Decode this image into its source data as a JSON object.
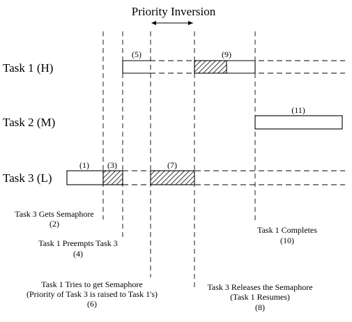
{
  "title": "Priority Inversion",
  "tasks": [
    {
      "label": "Task 1 (H)"
    },
    {
      "label": "Task 2 (M)"
    },
    {
      "label": "Task 3 (L)"
    }
  ],
  "markers": {
    "m1": "(1)",
    "m3": "(3)",
    "m5": "(5)",
    "m7": "(7)",
    "m9": "(9)",
    "m11": "(11)"
  },
  "events": {
    "e2": {
      "line1": "Task 3 Gets Semaphore",
      "line2": "(2)"
    },
    "e4": {
      "line1": "Task 1 Preempts Task 3",
      "line2": "(4)"
    },
    "e6": {
      "line1": "Task 1 Tries to get Semaphore",
      "line2": "(Priority of Task 3 is raised to Task 1's)",
      "line3": "(6)"
    },
    "e8": {
      "line1": "Task 3 Releases the Semaphore",
      "line2": "(Task 1 Resumes)",
      "line3": "(8)"
    },
    "e10": {
      "line1": "Task 1 Completes",
      "line2": "(10)"
    }
  }
}
